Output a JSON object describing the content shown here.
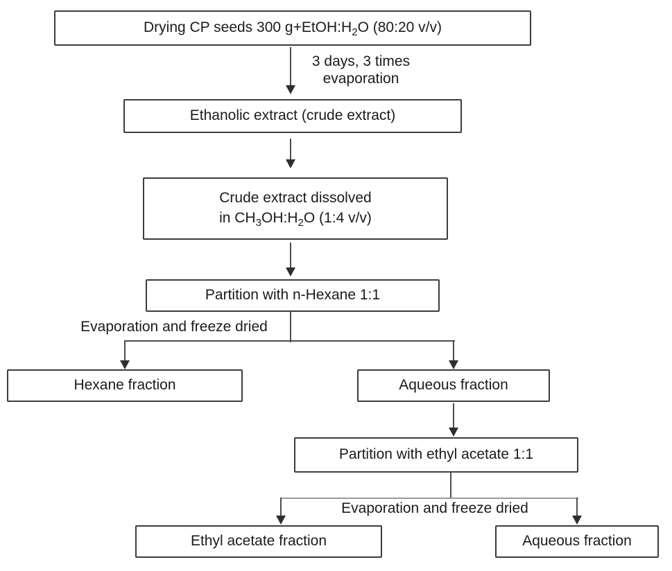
{
  "colors": {
    "background": "#ffffff",
    "box_fill": "#ffffff",
    "box_border": "#3c3c3c",
    "text": "#1b1b1b",
    "connector": "#4d4d4d",
    "connector_light": "#9a9a9a",
    "arrowhead": "#2e2e2e"
  },
  "nodes": {
    "drying": {
      "parts": [
        {
          "t": "Drying CP seeds 300 g+EtOH:H"
        },
        {
          "s": "2"
        },
        {
          "t": "O (80:20 v/v)"
        }
      ]
    },
    "ethanolic": {
      "label": "Ethanolic extract (crude extract)"
    },
    "crude": {
      "line1": "Crude extract dissolved",
      "line2_parts": [
        {
          "t": "in CH"
        },
        {
          "s": "3"
        },
        {
          "t": "OH:H"
        },
        {
          "s": "2"
        },
        {
          "t": "O (1:4 v/v)"
        }
      ]
    },
    "hexane_partition": {
      "label": "Partition with n-Hexane 1:1"
    },
    "hexane_fraction": {
      "label": "Hexane fraction"
    },
    "aqueous_fraction_1": {
      "label": "Aqueous fraction"
    },
    "ethyl_acetate_partition": {
      "label": "Partition with ethyl acetate 1:1"
    },
    "ethyl_acetate_fraction": {
      "label": "Ethyl acetate fraction"
    },
    "aqueous_fraction_2": {
      "label": "Aqueous fraction"
    }
  },
  "edge_labels": {
    "maceration": {
      "line1": "3 days, 3 times",
      "line2": "evaporation"
    },
    "split1": "Evaporation and freeze dried",
    "split2": "Evaporation and freeze dried"
  }
}
